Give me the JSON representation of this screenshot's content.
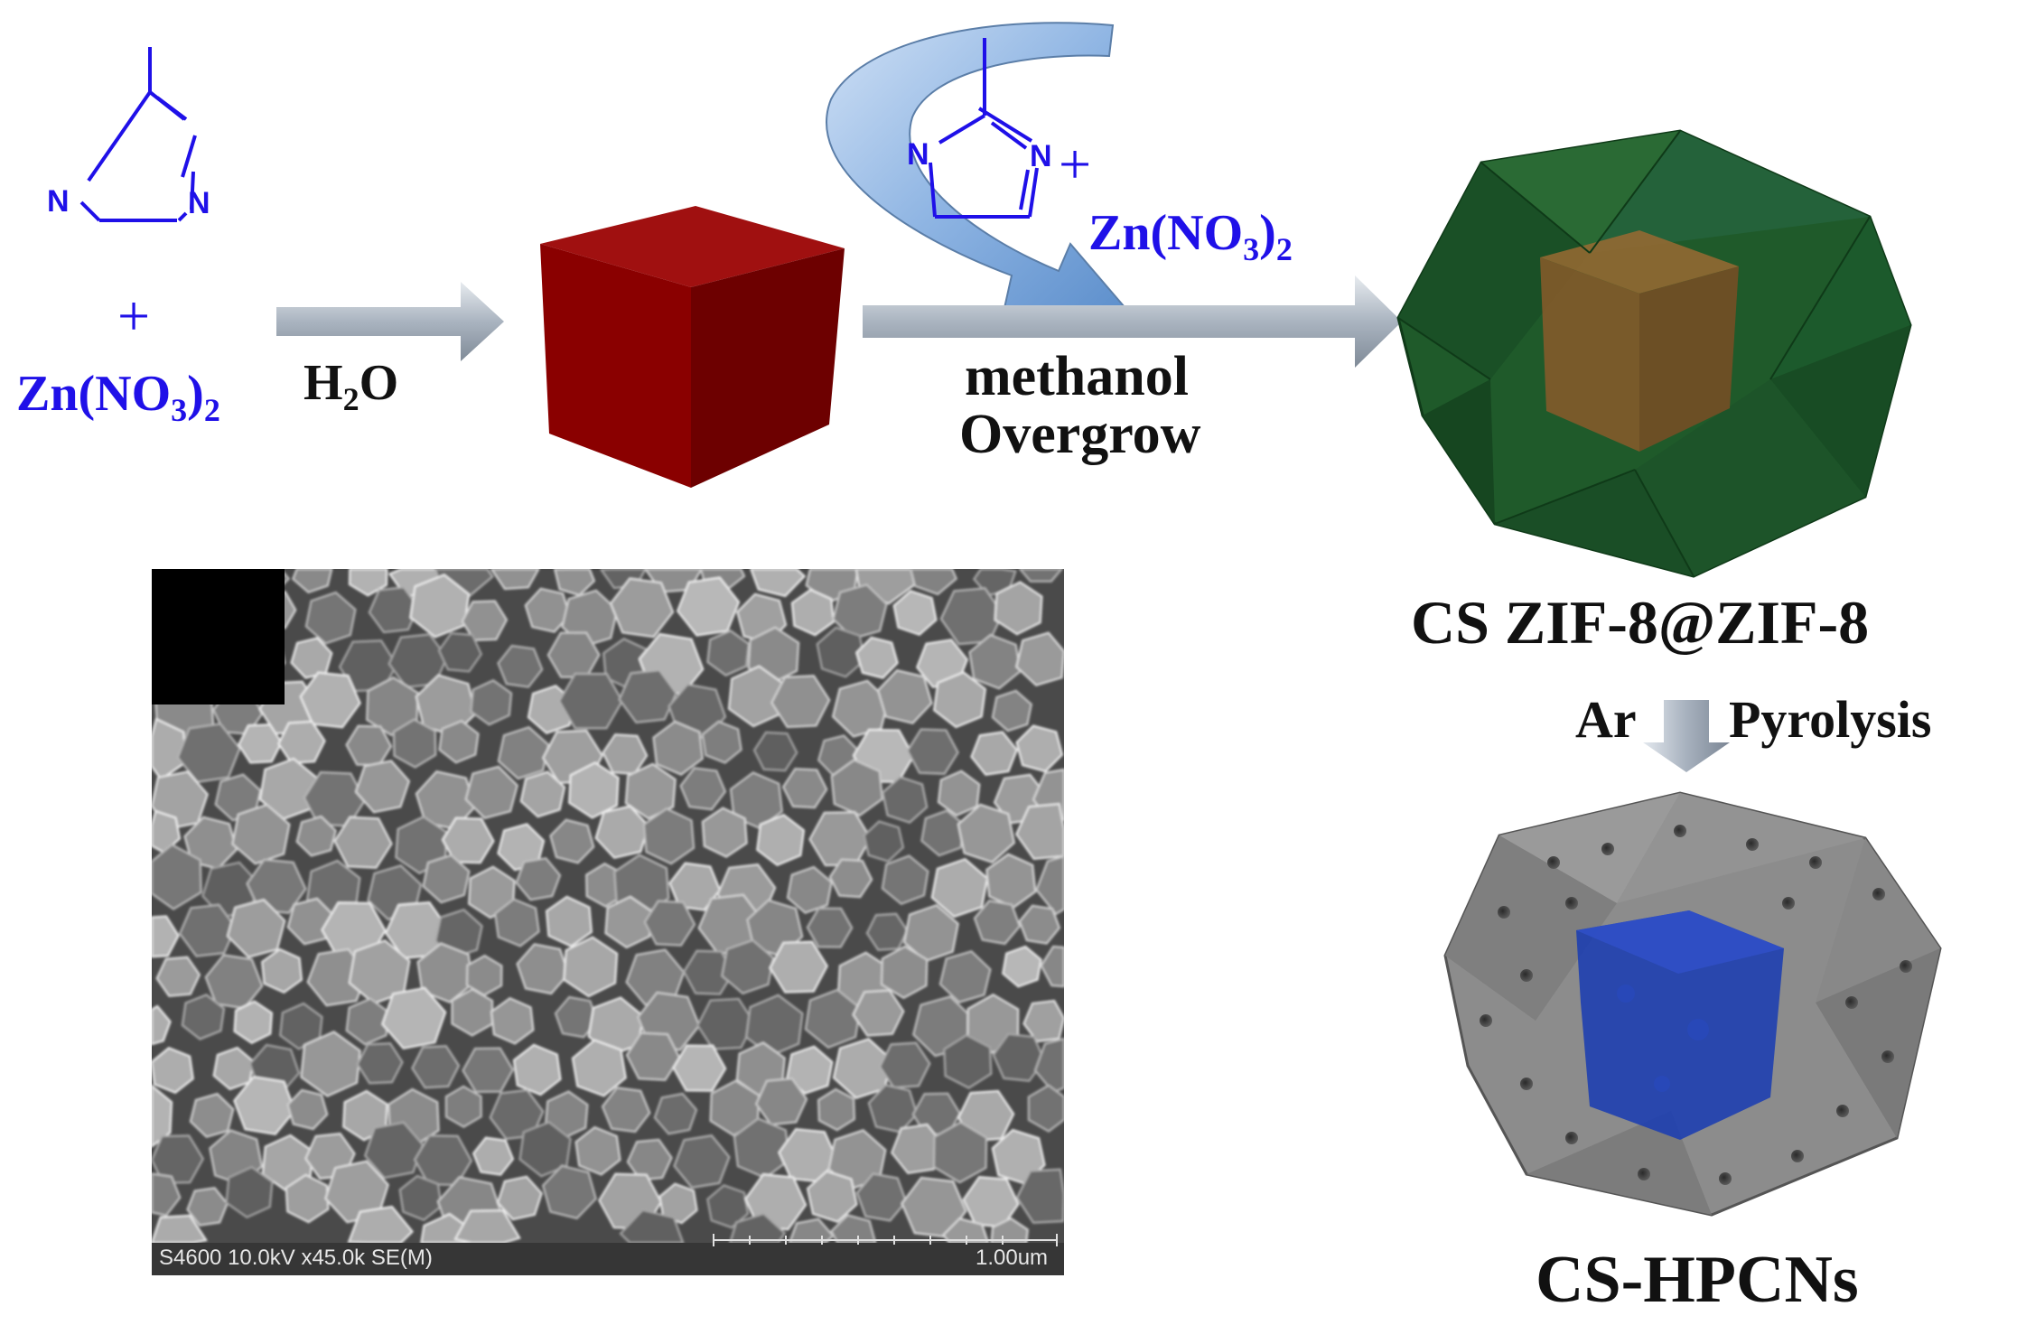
{
  "reagents_left": {
    "atom_n1": "N",
    "atom_n2": "N",
    "plus": "+",
    "salt_main": "Zn(NO",
    "salt_sub3": "3",
    "salt_close": ")",
    "salt_sub2": "2"
  },
  "step1": {
    "solvent_main": "H",
    "solvent_sub": "2",
    "solvent_end": "O"
  },
  "reagents_top": {
    "atom_n1": "N",
    "atom_n2": "N",
    "plus": "+",
    "salt_main": "Zn(NO",
    "salt_sub3": "3",
    "salt_close": ")",
    "salt_sub2": "2"
  },
  "step2": {
    "line1": "methanol",
    "line2": "Overgrow"
  },
  "product1": {
    "label": "CS ZIF-8@ZIF-8"
  },
  "step3": {
    "left": "Ar",
    "right": "Pyrolysis"
  },
  "product2": {
    "label": "CS-HPCNs"
  },
  "sem": {
    "caption_left": "S4600 10.0kV x45.0k SE(M)",
    "scale_label": "1.00um"
  },
  "colors": {
    "reagent_blue": "#1f10e8",
    "cube_red": "#8b0000",
    "shell_green": "#1f5a2a",
    "core_orange": "#8a5a2a",
    "shell_gray": "#8a8a8a",
    "core_blue": "#1e3fb0",
    "arrow_gray": "#a9b3bf"
  }
}
